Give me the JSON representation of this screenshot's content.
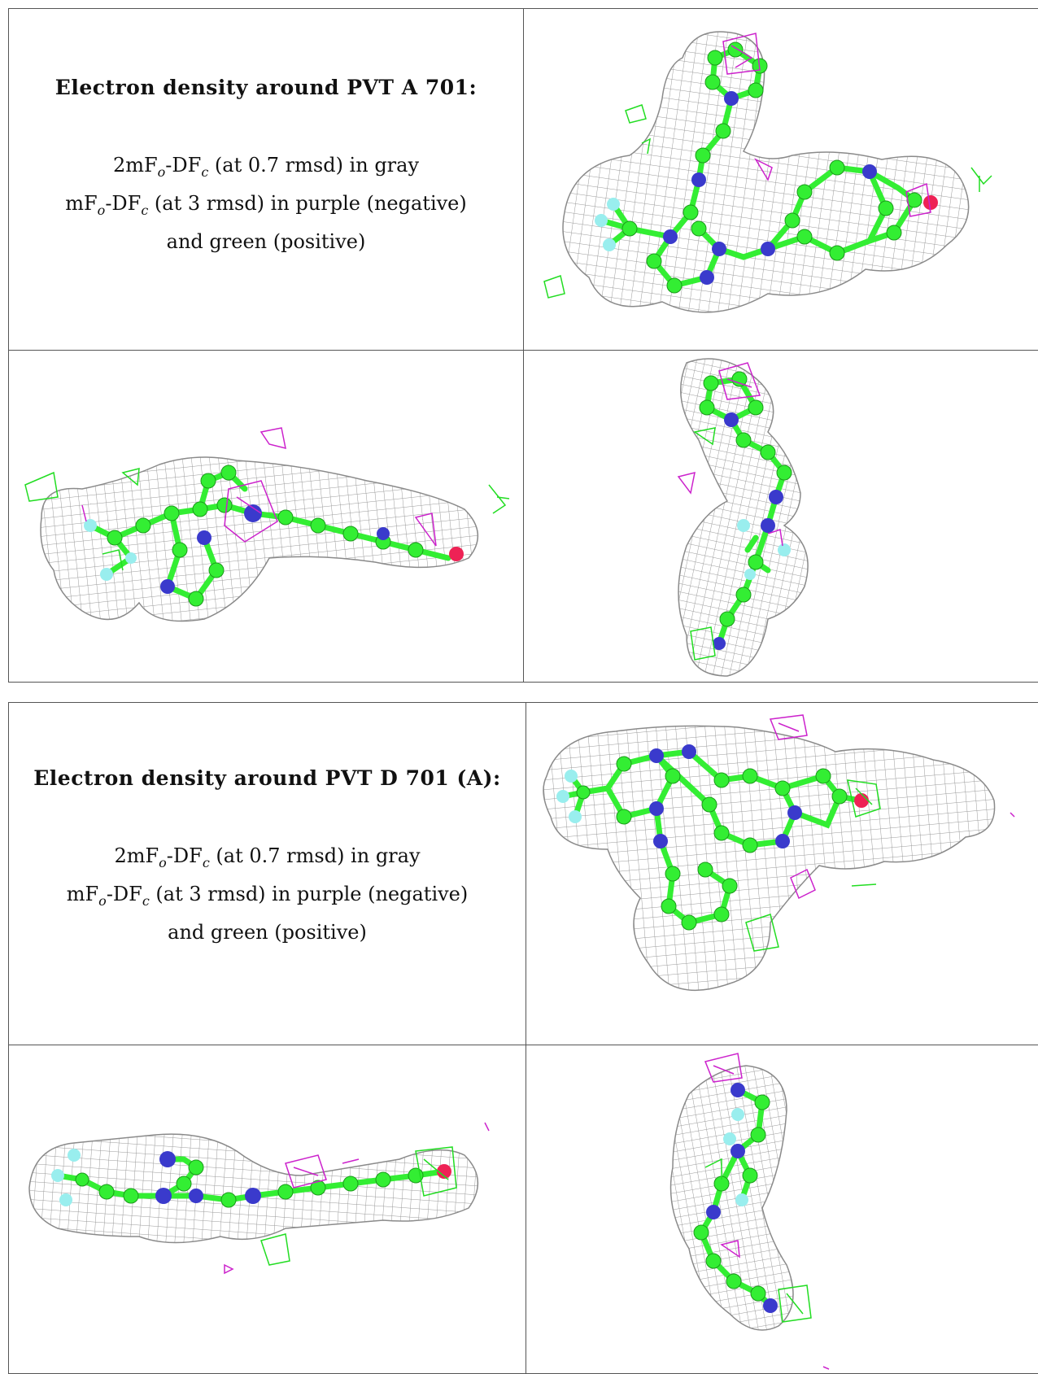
{
  "panels": [
    {
      "title": "Electron density around PVT A 701:",
      "line1": {
        "prefix": "2mF",
        "sub_o": "o",
        "mid": "-DF",
        "sub_c": "c",
        "suffix": " (at 0.7 rmsd) in gray"
      },
      "line2": {
        "prefix": "mF",
        "sub_o": "o",
        "mid": "-DF",
        "sub_c": "c",
        "suffix": " (at 3 rmsd) in purple (negative)"
      },
      "line3": "and green (positive)"
    },
    {
      "title": "Electron density around PVT D 701 (A):",
      "line1": {
        "prefix": "2mF",
        "sub_o": "o",
        "mid": "-DF",
        "sub_c": "c",
        "suffix": " (at 0.7 rmsd) in gray"
      },
      "line2": {
        "prefix": "mF",
        "sub_o": "o",
        "mid": "-DF",
        "sub_c": "c",
        "suffix": " (at 3 rmsd) in purple (negative)"
      },
      "line3": "and green (positive)"
    }
  ],
  "colors": {
    "mesh": "#9a9a9a",
    "carbon": "#33ee33",
    "nitrogen": "#3a3acc",
    "fluorine": "#99eeee",
    "oxygen": "#ee2255",
    "negative": "#cc22cc",
    "positive": "#22dd22"
  }
}
